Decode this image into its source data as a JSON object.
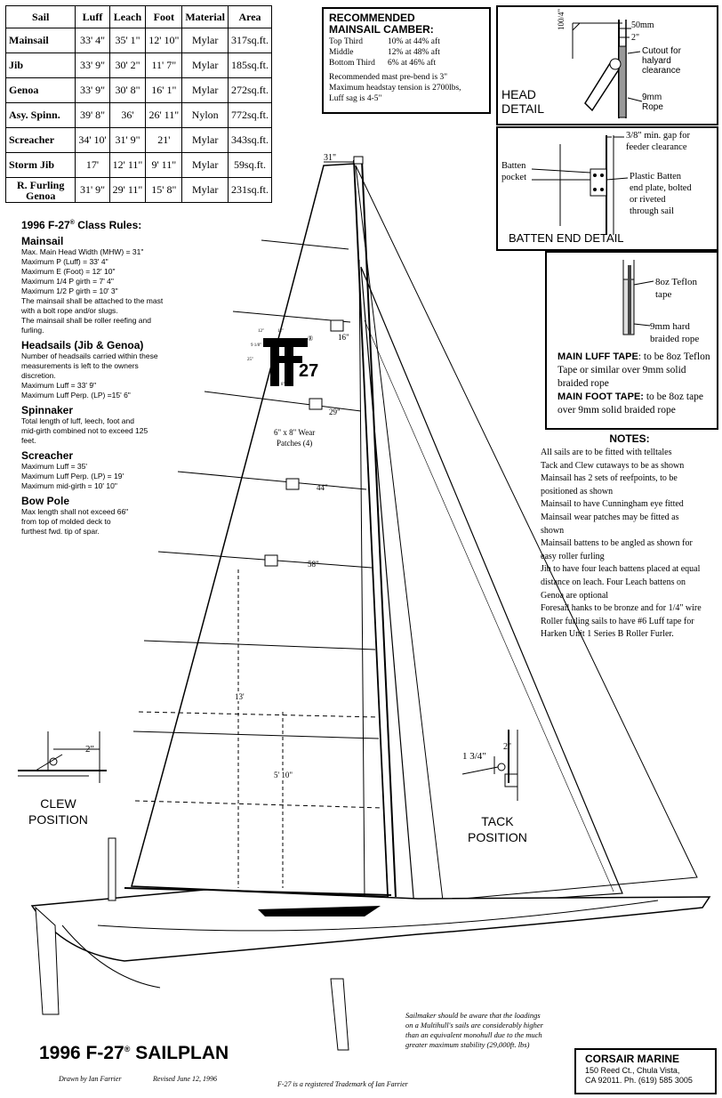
{
  "sail_table": {
    "headers": [
      "Sail",
      "Luff",
      "Leach",
      "Foot",
      "Material",
      "Area"
    ],
    "rows": [
      [
        "Mainsail",
        "33' 4\"",
        "35' 1\"",
        "12' 10\"",
        "Mylar",
        "317sq.ft."
      ],
      [
        "Jib",
        "33' 9\"",
        "30' 2\"",
        "11' 7\"",
        "Mylar",
        "185sq.ft."
      ],
      [
        "Genoa",
        "33' 9\"",
        "30' 8\"",
        "16' 1\"",
        "Mylar",
        "272sq.ft."
      ],
      [
        "Asy. Spinn.",
        "39' 8\"",
        "36'",
        "26' 11\"",
        "Nylon",
        "772sq.ft."
      ],
      [
        "Screacher",
        "34' 10'",
        "31' 9\"",
        "21'",
        "Mylar",
        "343sq.ft."
      ],
      [
        "Storm Jib",
        "17'",
        "12' 11\"",
        "9' 11\"",
        "Mylar",
        "59sq.ft."
      ],
      [
        "R. Furling Genoa",
        "31' 9\"",
        "29' 11\"",
        "15' 8\"",
        "Mylar",
        "231sq.ft."
      ]
    ]
  },
  "camber": {
    "title_1": "RECOMMENDED",
    "title_2": "MAINSAIL CAMBER:",
    "rows": [
      [
        "Top Third",
        "10% at 44% aft"
      ],
      [
        "Middle",
        "12% at 48% aft"
      ],
      [
        "Bottom Third",
        "6% at 46% aft"
      ]
    ],
    "notes": [
      "Recommended mast pre-bend is 3\"",
      "Maximum headstay tension is 2700lbs,",
      "Luff sag is 4-5\""
    ]
  },
  "head_detail": {
    "title_1": "HEAD",
    "title_2": "DETAIL",
    "angle": "100/4\"",
    "dim_mm": "50mm",
    "dim_in": "2\"",
    "cutout": [
      "Cutout for",
      "halyard",
      "clearance"
    ],
    "rope": [
      "9mm",
      "Rope"
    ]
  },
  "batten_detail": {
    "title": "BATTEN END DETAIL",
    "gap": [
      "3/8\" min. gap for",
      "feeder clearance"
    ],
    "pocket": [
      "Batten",
      "pocket"
    ],
    "plate": [
      "Plastic Batten",
      "end plate, bolted",
      "or riveted",
      "through sail"
    ]
  },
  "luff_tape": {
    "teflon": [
      "8oz Teflon",
      "tape"
    ],
    "rope": [
      "9mm hard",
      "braided rope"
    ],
    "main_luff_title": "MAIN LUFF TAPE",
    "main_luff_text": ": to be 8oz Teflon Tape or similar over 9mm solid braided rope",
    "main_foot_title": "MAIN FOOT TAPE:",
    "main_foot_text": " to be 8oz tape over 9mm solid braided rope"
  },
  "rules": {
    "title": "1996 F-27",
    "reg": "®",
    "title_suffix": " Class Rules:",
    "sections": [
      {
        "heading": "Mainsail",
        "lines": [
          "Max. Main Head Width (MHW)  = 31\"",
          "Maximum P (Luff)      = 33' 4\"",
          "Maximum E (Foot)      = 12' 10\"",
          "Maximum 1/4 P girth  = 7' 4\"",
          "Maximum 1/2 P girth  = 10' 3\"",
          "The mainsail shall be attached to the mast",
          "with a bolt rope and/or slugs.",
          "The mainsail shall be roller reefing and",
          "furling."
        ]
      },
      {
        "heading": "Headsails (Jib & Genoa)",
        "lines": [
          "Number of headsails carried within these",
          "measurements is left to the owners",
          "discretion.",
          "Maximum Luff = 33' 9\"",
          "Maximum Luff Perp. (LP) =15' 6\""
        ]
      },
      {
        "heading": "Spinnaker",
        "lines": [
          "Total length of luff, leech, foot and",
          "mid-girth combined not to exceed 125",
          "feet."
        ]
      },
      {
        "heading": "Screacher",
        "lines": [
          "Maximum Luff = 35'",
          "Maximum Luff  Perp. (LP) = 19'",
          "Maximum mid-girth = 10' 10\""
        ]
      },
      {
        "heading": "Bow Pole",
        "lines": [
          "Max length shall not exceed 66\"",
          "from top of molded deck to",
          "furthest fwd. tip of spar."
        ]
      }
    ]
  },
  "notes": {
    "title": "NOTES:",
    "lines": [
      "All sails are to be fitted with telltales",
      "Tack and Clew cutaways to be as shown",
      "Mainsail has 2 sets of reefpoints, to be",
      "positioned as shown",
      "Mainsail to have Cunningham eye fitted",
      "Mainsail wear patches may be fitted as",
      "shown",
      "Mainsail battens to be angled as shown for",
      "easy roller furling",
      "Jib to have four leach battens placed at equal",
      "distance on leach. Four Leach battens on",
      "Genoa are optional",
      "Foresail hanks to be bronze and for 1/4\" wire",
      "Roller furling sails to have #6 Luff tape for",
      "Harken Unit 1 Series B Roller Furler."
    ]
  },
  "drawing_labels": {
    "head_width": "31\"",
    "dim_16": "16\"",
    "dim_29": "29\"",
    "dim_44": "44\"",
    "dim_58": "58\"",
    "dim_13": "13'",
    "dim_5_10": "5' 10\"",
    "wear_patches": [
      "6\" x 8\" Wear",
      "Patches (4)"
    ],
    "logo_text": "27",
    "logo_dims": [
      "12\"",
      "12\"",
      "9 1/8\"",
      "25\"",
      "8\""
    ],
    "clew_title": [
      "CLEW",
      "POSITION"
    ],
    "clew_dim": "2\"",
    "tack_title": [
      "TACK",
      "POSITION"
    ],
    "tack_dim_1": "1 3/4\"",
    "tack_dim_2": "2\""
  },
  "footer": {
    "title": "1996 F-27",
    "title_suffix": " SAILPLAN",
    "drawn_by": "Drawn by Ian Farrier",
    "revised": "Revised June 12, 1996",
    "trademark": "F-27 is a registered Trademark of Ian Farrier",
    "sailmaker_note": [
      "Sailmaker should be aware that the loadings",
      "on a Multihull's sails are considerably higher",
      "than  an equivalent monohull due to the much",
      "greater maximum stability (29,000ft. lbs)"
    ],
    "company": "CORSAIR MARINE",
    "address_1": "150 Reed Ct., Chula Vista,",
    "address_2": "CA 92011. Ph. (619) 585 3005"
  }
}
